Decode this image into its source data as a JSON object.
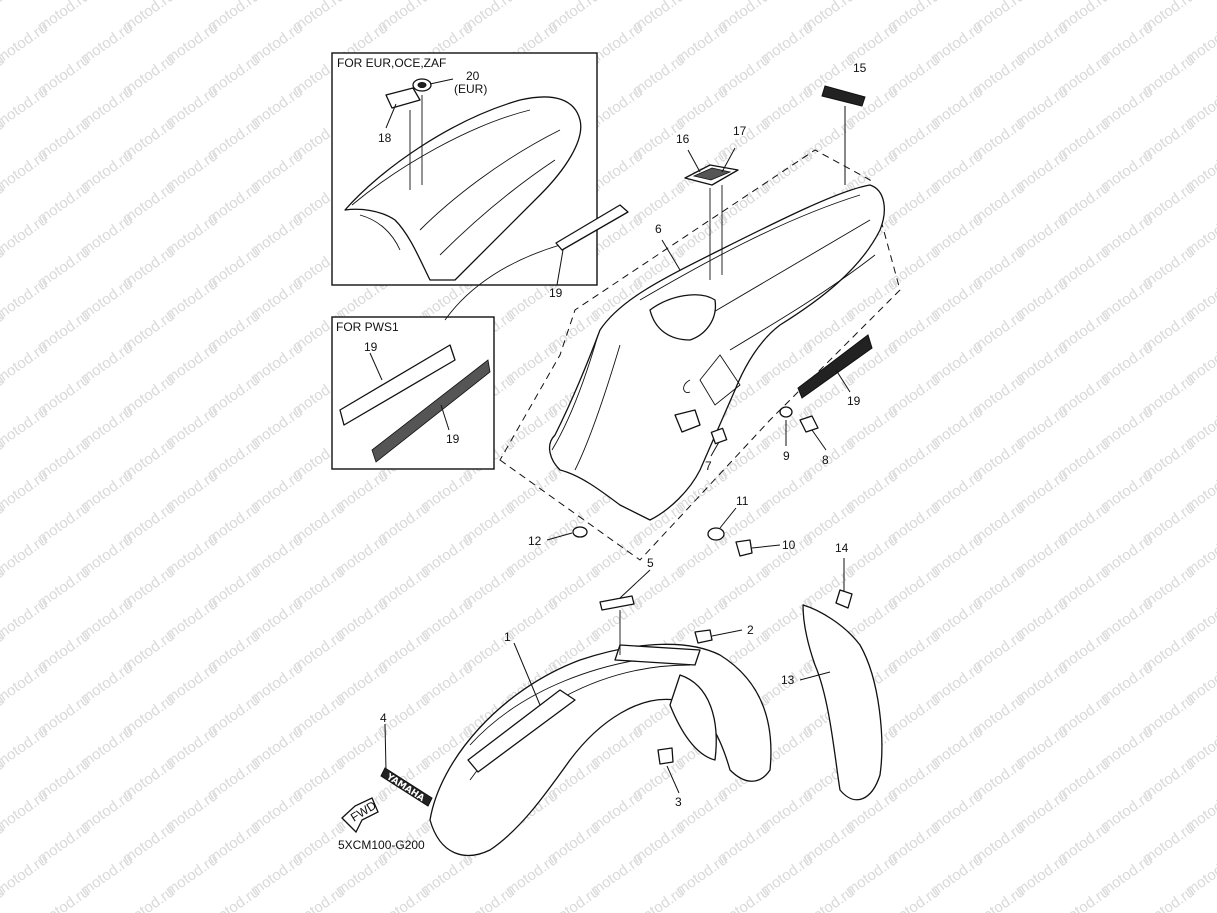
{
  "watermark": "motod.ru",
  "inset_boxes": {
    "top": "FOR EUR,OCE,ZAF",
    "bottom": "FOR PWS1"
  },
  "callouts": {
    "c1": "1",
    "c2": "2",
    "c3": "3",
    "c4": "4",
    "c5": "5",
    "c6": "6",
    "c7": "7",
    "c8": "8",
    "c9": "9",
    "c10": "10",
    "c11": "11",
    "c12": "12",
    "c13": "13",
    "c14": "14",
    "c15": "15",
    "c16": "16",
    "c17": "17",
    "c18": "18",
    "c19a": "19",
    "c19b": "19",
    "c19c": "19",
    "c19d": "19",
    "c20": "20",
    "c20_sub": "(EUR)"
  },
  "labels": {
    "brand": "YAMAHA",
    "fwd": "FWD",
    "drawing_code": "5XCM100-G200"
  }
}
